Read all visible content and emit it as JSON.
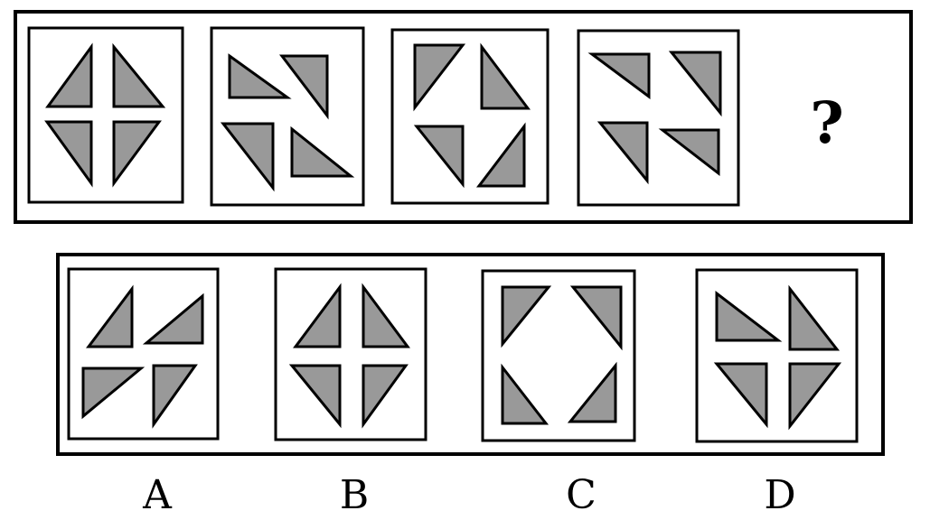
{
  "question_mark": "?",
  "options": [
    {
      "label": "A"
    },
    {
      "label": "B"
    },
    {
      "label": "C"
    },
    {
      "label": "D"
    }
  ],
  "colors": {
    "triangle_fill": "#999999",
    "stroke": "#000000",
    "background": "#ffffff"
  }
}
